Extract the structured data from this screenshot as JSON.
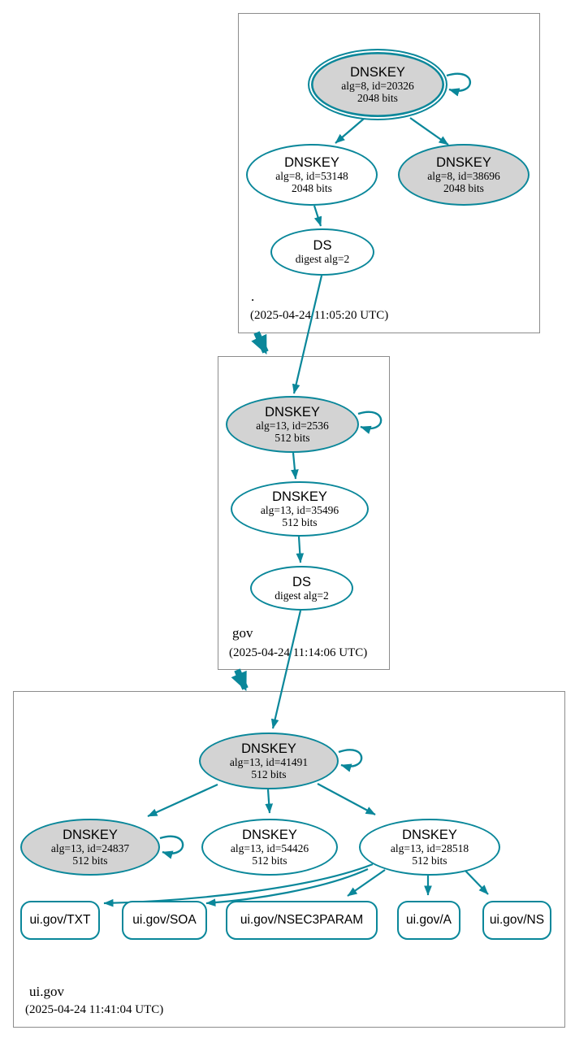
{
  "diagram": {
    "type": "dnssec-authentication-graph",
    "colors": {
      "edge_secure": "#0a879a",
      "ksk_fill": "#d3d3d3",
      "node_fill": "#ffffff",
      "zone_box_border": "#8c8c8c"
    },
    "zones": [
      {
        "name": ".",
        "timestamp": "(2025-04-24 11:05:20 UTC)",
        "nodes": {
          "ksk": {
            "title": "DNSKEY",
            "detail": "alg=8, id=20326",
            "bits": "2048 bits"
          },
          "zsk": {
            "title": "DNSKEY",
            "detail": "alg=8, id=53148",
            "bits": "2048 bits"
          },
          "key3": {
            "title": "DNSKEY",
            "detail": "alg=8, id=38696",
            "bits": "2048 bits"
          },
          "ds": {
            "title": "DS",
            "detail": "digest alg=2"
          }
        }
      },
      {
        "name": "gov",
        "timestamp": "(2025-04-24 11:14:06 UTC)",
        "nodes": {
          "ksk": {
            "title": "DNSKEY",
            "detail": "alg=13, id=2536",
            "bits": "512 bits"
          },
          "zsk": {
            "title": "DNSKEY",
            "detail": "alg=13, id=35496",
            "bits": "512 bits"
          },
          "ds": {
            "title": "DS",
            "detail": "digest alg=2"
          }
        }
      },
      {
        "name": "ui.gov",
        "timestamp": "(2025-04-24 11:41:04 UTC)",
        "nodes": {
          "ksk": {
            "title": "DNSKEY",
            "detail": "alg=13, id=41491",
            "bits": "512 bits"
          },
          "key2": {
            "title": "DNSKEY",
            "detail": "alg=13, id=24837",
            "bits": "512 bits"
          },
          "key3": {
            "title": "DNSKEY",
            "detail": "alg=13, id=54426",
            "bits": "512 bits"
          },
          "key4": {
            "title": "DNSKEY",
            "detail": "alg=13, id=28518",
            "bits": "512 bits"
          }
        },
        "rrsets": [
          {
            "label": "ui.gov/TXT"
          },
          {
            "label": "ui.gov/SOA"
          },
          {
            "label": "ui.gov/NSEC3PARAM"
          },
          {
            "label": "ui.gov/A"
          },
          {
            "label": "ui.gov/NS"
          }
        ]
      }
    ]
  }
}
